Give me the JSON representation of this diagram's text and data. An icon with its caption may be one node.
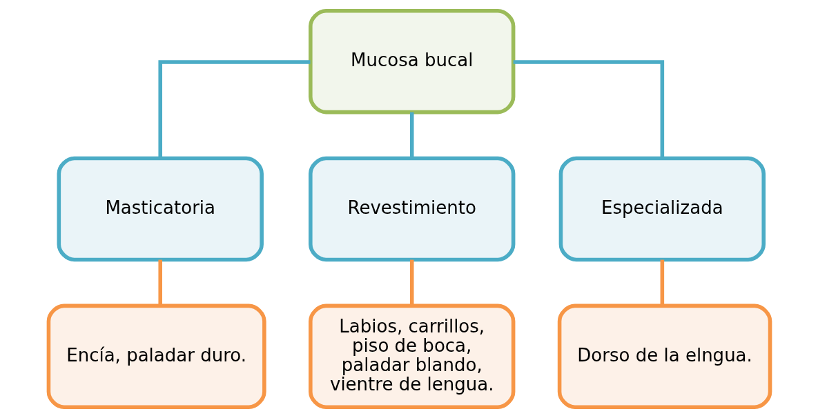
{
  "diagram": {
    "nodes": [
      {
        "text": [
          "Mucosa bucal"
        ]
      },
      {
        "text": [
          "Masticatoria"
        ]
      },
      {
        "text": [
          "Revestimiento"
        ]
      },
      {
        "text": [
          "Especializada"
        ]
      },
      {
        "text": [
          "Encía, paladar duro."
        ]
      },
      {
        "text": [
          "Labios, carrillos, piso de boca, paladar blando, vientre de lengua."
        ]
      },
      {
        "text": [
          "Dorso de la elngua."
        ]
      }
    ],
    "edges": [
      {
        "from": 0,
        "to": 1,
        "arrow": "none"
      },
      {
        "from": 0,
        "to": 2,
        "arrow": "none"
      },
      {
        "from": 0,
        "to": 3,
        "arrow": "none"
      },
      {
        "from": 1,
        "to": 4,
        "arrow": "none",
        "color": "#f79646"
      },
      {
        "from": 2,
        "to": 5,
        "arrow": "none",
        "color": "#f79646"
      },
      {
        "from": 3,
        "to": 6,
        "arrow": "none",
        "color": "#f79646"
      }
    ]
  }
}
